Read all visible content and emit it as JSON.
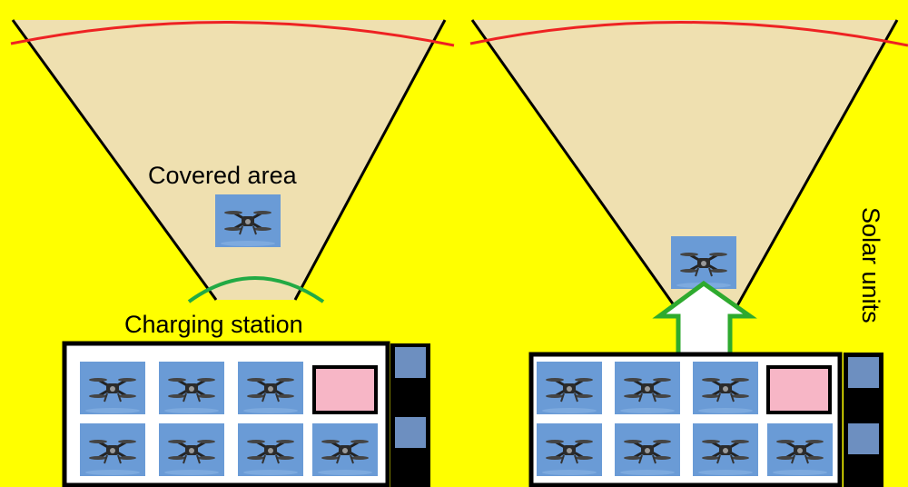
{
  "colors": {
    "background": "#ffff00",
    "cone_fill": "#efe0b0",
    "cone_edge": "#000000",
    "range_arc": "#ee2222",
    "charging_arc": "#22aa44",
    "drone_tile": "#6a9bd6",
    "charging_box": "#ffffff",
    "pink_slot": "#f7b6c6",
    "solar_tower": "#000000",
    "solar_panel": "#6d8fc0",
    "launch_arrow": "#ffffff",
    "launch_arrow_outline": "#2eaa2e"
  },
  "labels": {
    "covered_area": "Covered area",
    "charging_station": "Charging station",
    "solar_units": "Solar units"
  },
  "icons": {
    "drone": "drone-icon",
    "launch": "up-arrow-icon"
  },
  "panels": [
    {
      "id": "left",
      "drone_state": "hovering in covered area",
      "docked_drones": 7,
      "empty_slots": 1
    },
    {
      "id": "right",
      "drone_state": "launching from station",
      "docked_drones": 7,
      "empty_slots": 1
    }
  ]
}
